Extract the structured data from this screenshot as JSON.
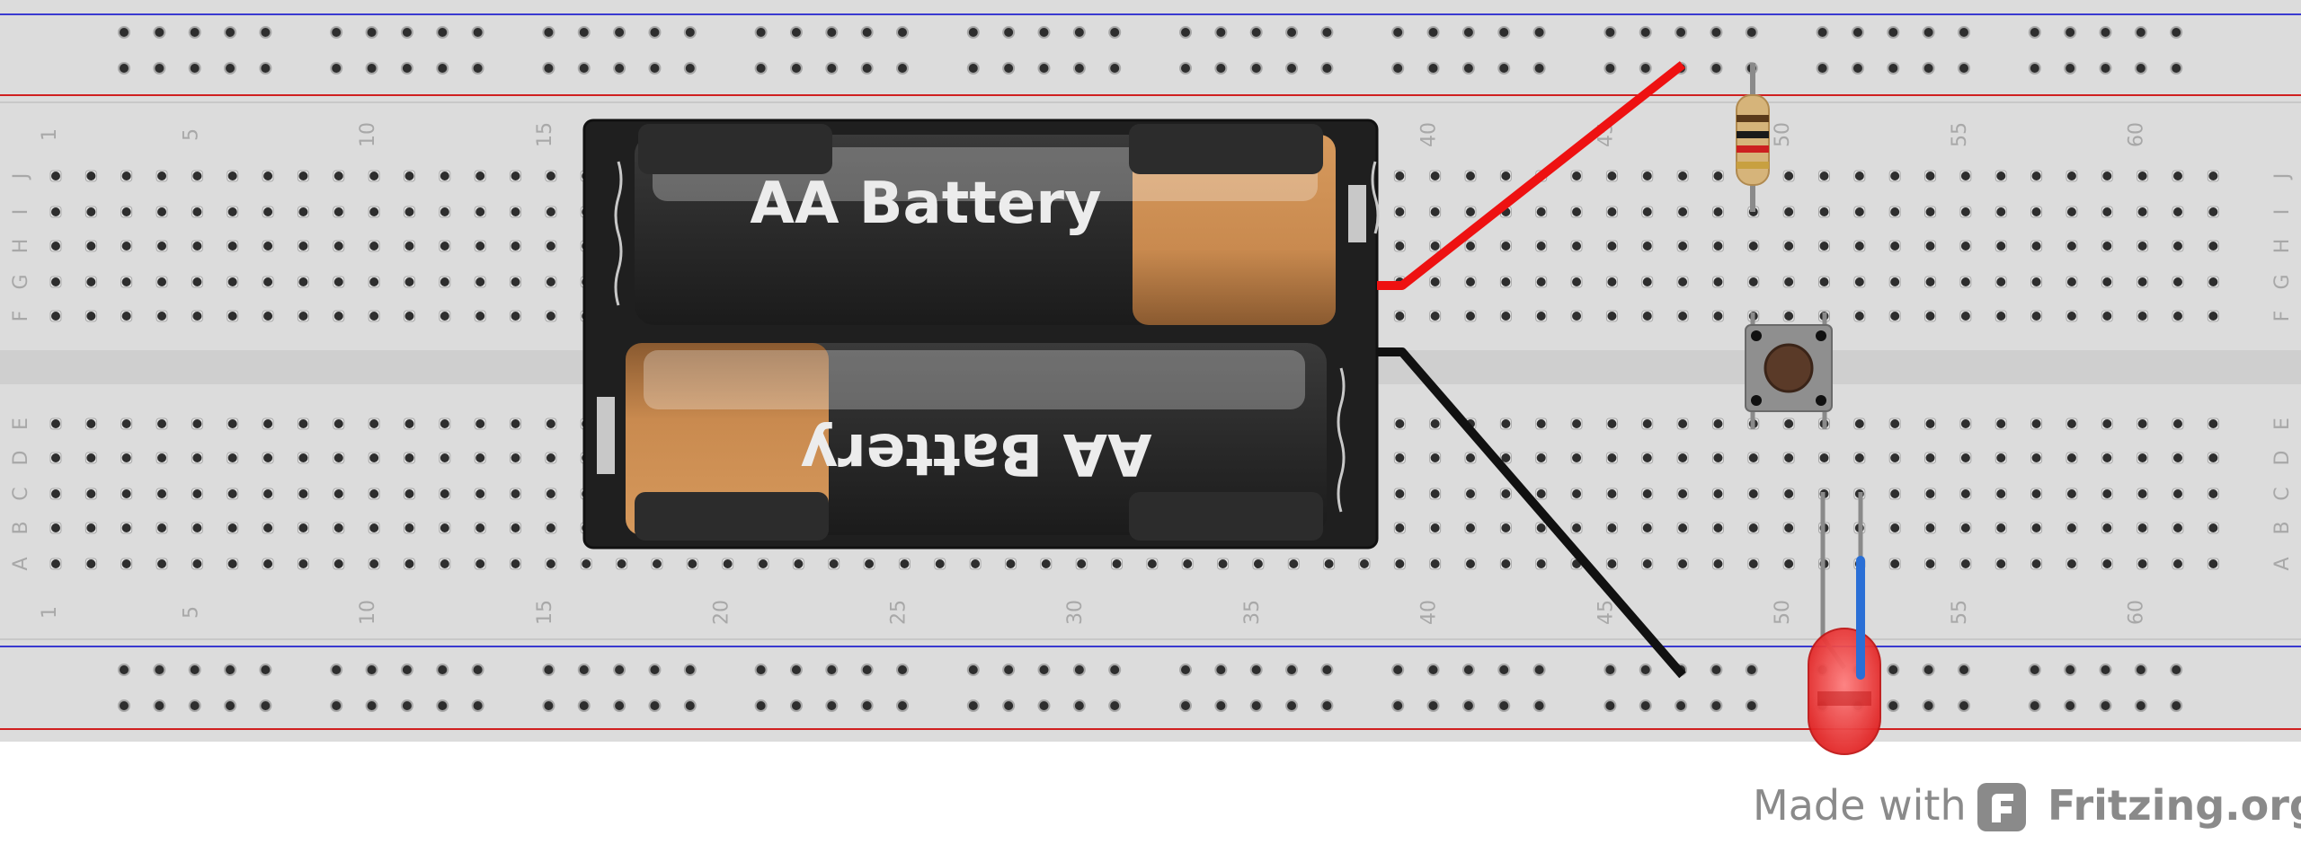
{
  "breadboard": {
    "column_numbers": [
      "1",
      "5",
      "10",
      "15",
      "20",
      "25",
      "30",
      "35",
      "40",
      "45",
      "50",
      "55",
      "60"
    ],
    "row_letters_top": [
      "J",
      "I",
      "H",
      "G",
      "F"
    ],
    "row_letters_bottom": [
      "E",
      "D",
      "C",
      "B",
      "A"
    ]
  },
  "battery_holder": {
    "cells": [
      {
        "label": "AA Battery",
        "orientation": "normal"
      },
      {
        "label": "AA Battery",
        "orientation": "upside-down"
      }
    ]
  },
  "wires": [
    {
      "name": "red-wire",
      "color": "#ee1111"
    },
    {
      "name": "black-wire",
      "color": "#111111"
    },
    {
      "name": "blue-wire",
      "color": "#2a6fd6"
    }
  ],
  "components": [
    "resistor-icon",
    "pushbutton-icon",
    "red-led-icon"
  ],
  "footer": {
    "made_with": "Made with",
    "brand": "Fritzing.org"
  }
}
